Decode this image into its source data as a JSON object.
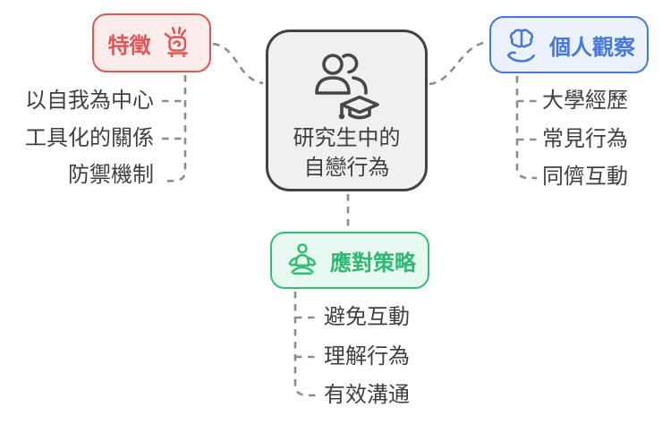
{
  "colors": {
    "traits_accent": "#dd5757",
    "traits_fill": "#fcebeb",
    "observations_accent": "#4678d8",
    "observations_fill": "#eaf1fd",
    "strategies_accent": "#35bd78",
    "strategies_fill": "#e6f8ef",
    "center_border": "#424242",
    "center_fill": "#f0f0f0",
    "text": "#3f3f3f",
    "connector": "#8c8c8c"
  },
  "center_node": {
    "icon": "graduates-group-icon",
    "title_lines": [
      "研究生中的",
      "自戀行為"
    ]
  },
  "branches": {
    "traits": {
      "label": "特徵",
      "icon": "fist-impact-icon",
      "items": [
        "以自我為中心",
        "工具化的關係",
        "防禦機制"
      ]
    },
    "observations": {
      "label": "個人觀察",
      "icon": "brain-in-hand-icon",
      "items": [
        "大學經歷",
        "常見行為",
        "同儕互動"
      ]
    },
    "strategies": {
      "label": "應對策略",
      "icon": "meditation-icon",
      "items": [
        "避免互動",
        "理解行為",
        "有效溝通"
      ]
    }
  }
}
